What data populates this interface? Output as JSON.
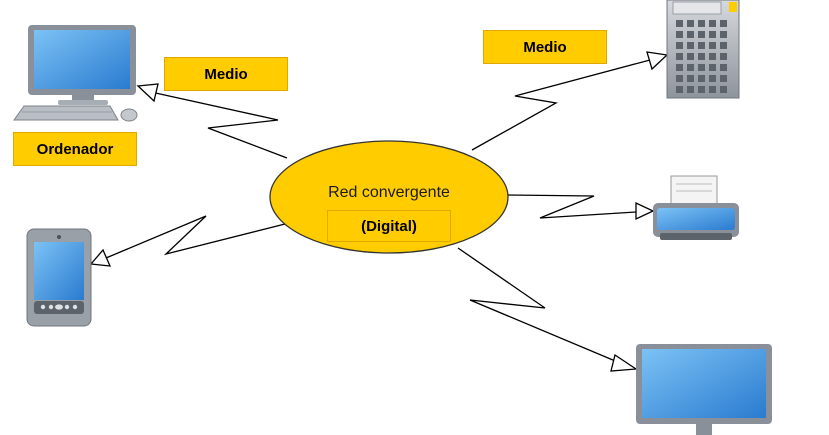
{
  "center": {
    "title": "Red convergente",
    "subtitle": "(Digital)"
  },
  "labels": {
    "medio_left": "Medio",
    "medio_right": "Medio",
    "ordenador": "Ordenador"
  },
  "devices": [
    "computer-icon",
    "server-icon",
    "printer-icon",
    "tablet-icon",
    "monitor-icon"
  ],
  "colors": {
    "accent": "#ffcc00",
    "ellipse": "#ffcc00",
    "screen": "#3a8fd8",
    "device_body": "#b8bdc4"
  }
}
